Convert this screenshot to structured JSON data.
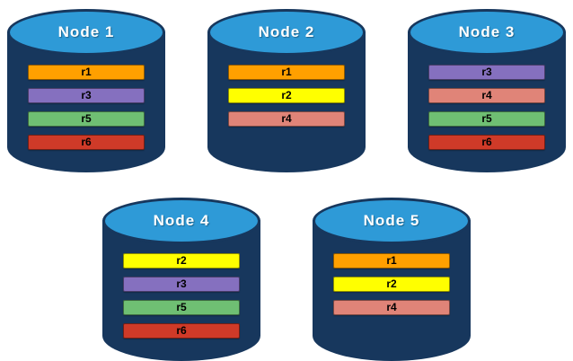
{
  "diagram": {
    "cylinder_colors": {
      "body": "#17375D",
      "top": "#2E9AD7",
      "title_text": "#FFFFFF"
    },
    "record_colors": {
      "r1": "#FFA000",
      "r2": "#FFFF00",
      "r3": "#8570BF",
      "r4": "#E08478",
      "r5": "#6FBF73",
      "r6": "#CF3A28"
    },
    "rows": [
      {
        "nodes": [
          {
            "name": "Node 1",
            "records": [
              "r1",
              "r3",
              "r5",
              "r6"
            ]
          },
          {
            "name": "Node 2",
            "records": [
              "r1",
              "r2",
              "r4"
            ]
          },
          {
            "name": "Node 3",
            "records": [
              "r3",
              "r4",
              "r5",
              "r6"
            ]
          }
        ]
      },
      {
        "nodes": [
          {
            "name": "Node 4",
            "records": [
              "r2",
              "r3",
              "r5",
              "r6"
            ]
          },
          {
            "name": "Node 5",
            "records": [
              "r1",
              "r2",
              "r4"
            ]
          }
        ]
      }
    ]
  }
}
